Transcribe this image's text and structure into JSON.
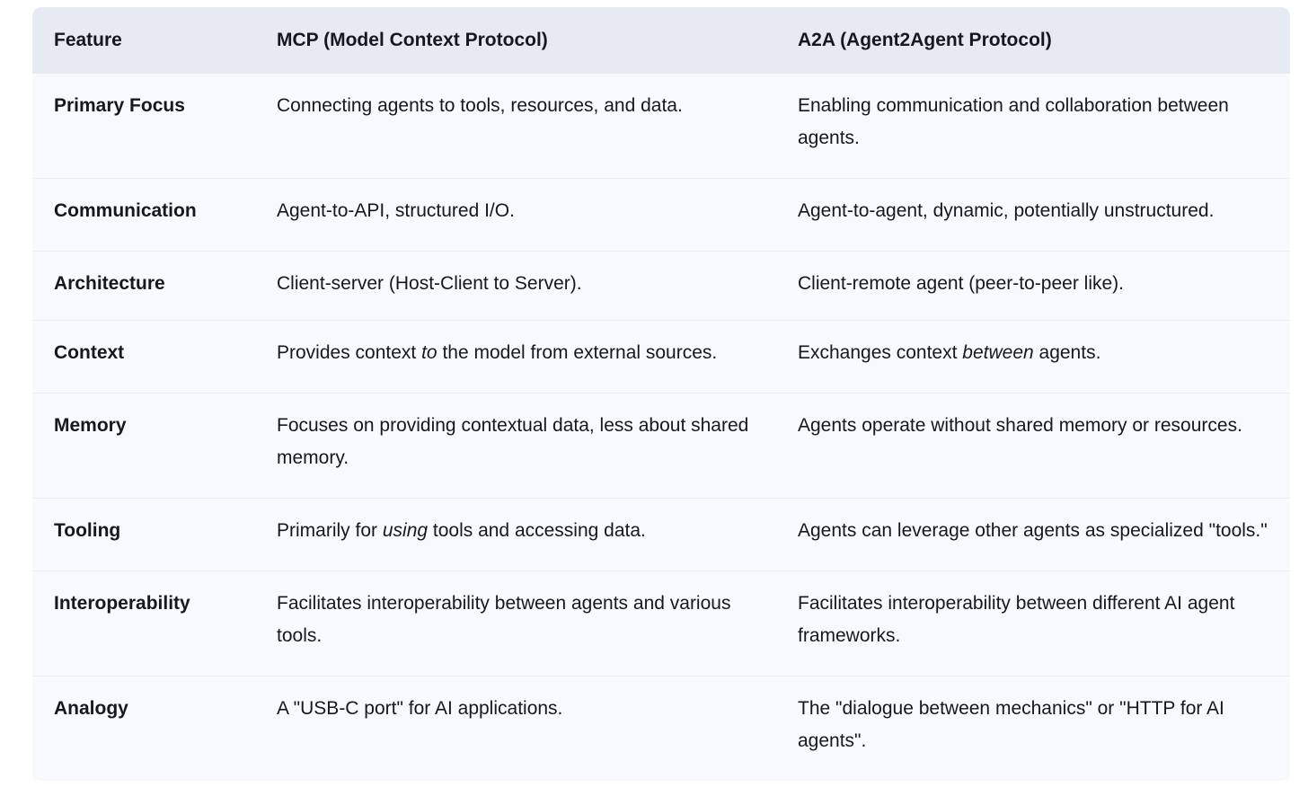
{
  "table": {
    "columns": [
      {
        "key": "feature",
        "label": "Feature"
      },
      {
        "key": "mcp",
        "label": "MCP (Model Context Protocol)"
      },
      {
        "key": "a2a",
        "label": "A2A (Agent2Agent Protocol)"
      }
    ],
    "rows": [
      {
        "feature": "Primary Focus",
        "mcp": "Connecting agents to tools, resources, and data.",
        "a2a": "Enabling communication and collaboration between agents."
      },
      {
        "feature": "Communication",
        "mcp": "Agent-to-API, structured I/O.",
        "a2a": "Agent-to-agent, dynamic, potentially unstructured."
      },
      {
        "feature": "Architecture",
        "mcp": "Client-server (Host-Client to Server).",
        "a2a": "Client-remote agent (peer-to-peer like)."
      },
      {
        "feature": "Context",
        "mcp_parts": [
          {
            "text": "Provides context ",
            "italic": false
          },
          {
            "text": "to",
            "italic": true
          },
          {
            "text": " the model from external sources.",
            "italic": false
          }
        ],
        "mcp": "Provides context to the model from external sources.",
        "a2a_parts": [
          {
            "text": "Exchanges context ",
            "italic": false
          },
          {
            "text": "between",
            "italic": true
          },
          {
            "text": " agents.",
            "italic": false
          }
        ],
        "a2a": "Exchanges context between agents."
      },
      {
        "feature": "Memory",
        "mcp": "Focuses on providing contextual data, less about shared memory.",
        "a2a": "Agents operate without shared memory or resources."
      },
      {
        "feature": "Tooling",
        "mcp_parts": [
          {
            "text": "Primarily for ",
            "italic": false
          },
          {
            "text": "using",
            "italic": true
          },
          {
            "text": " tools and accessing data.",
            "italic": false
          }
        ],
        "mcp": "Primarily for using tools and accessing data.",
        "a2a": "Agents can leverage other agents as specialized \"tools.\""
      },
      {
        "feature": "Interoperability",
        "mcp": "Facilitates interoperability between agents and various tools.",
        "a2a": "Facilitates interoperability between different AI agent frameworks."
      },
      {
        "feature": "Analogy",
        "mcp": "A \"USB-C port\" for AI applications.",
        "a2a": "The \"dialogue between mechanics\" or \"HTTP for AI agents\"."
      }
    ]
  },
  "colors": {
    "page_background": "#ffffff",
    "header_background": "#e6eaf3",
    "row_background": "#f8f9fc",
    "row_divider": "#eceef6",
    "text": "#15181f"
  }
}
